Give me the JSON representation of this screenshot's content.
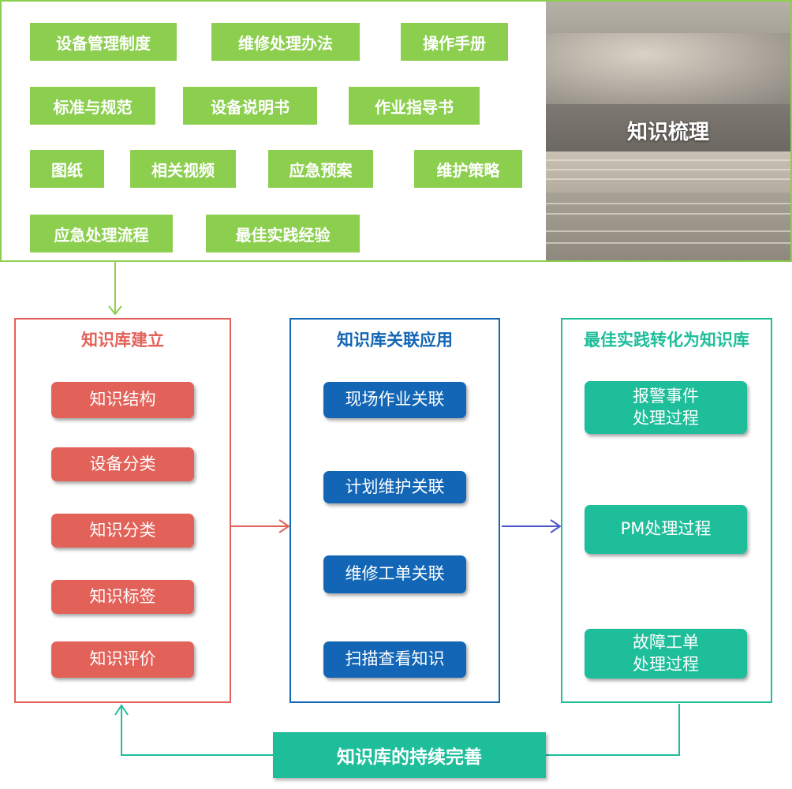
{
  "top": {
    "tags": [
      "设备管理制度",
      "维修处理办法",
      "操作手册",
      "标准与规范",
      "设备说明书",
      "作业指导书",
      "图纸",
      "相关视频",
      "应急预案",
      "维护策略",
      "应急处理流程",
      "最佳实践经验"
    ],
    "photo_title": "知识梳理"
  },
  "panels": {
    "build": {
      "title": "知识库建立",
      "items": [
        "知识结构",
        "设备分类",
        "知识分类",
        "知识标签",
        "知识评价"
      ],
      "color": "#e2625a"
    },
    "apply": {
      "title": "知识库关联应用",
      "items": [
        "现场作业关联",
        "计划维护关联",
        "维修工单关联",
        "扫描查看知识"
      ],
      "color": "#1266b5"
    },
    "convert": {
      "title": "最佳实践转化为知识库",
      "items": [
        "报警事件\n处理过程",
        "PM处理过程",
        "故障工单\n处理过程"
      ],
      "color": "#1fbe9b"
    }
  },
  "bottom": {
    "label": "知识库的持续完善"
  },
  "colors": {
    "green": "#8ccf4f",
    "red": "#e2625a",
    "blue": "#1266b5",
    "teal": "#1fbe9b",
    "arrow_blue": "#4a57c8"
  }
}
